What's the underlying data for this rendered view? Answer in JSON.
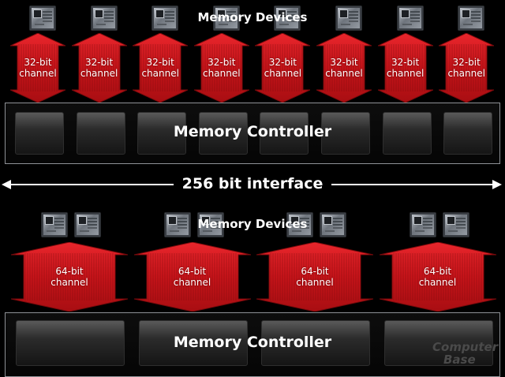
{
  "top": {
    "devices_label": "Memory Devices",
    "channel_label_line1": "32-bit",
    "channel_label_line2": "channel",
    "channel_count": 8,
    "controller_label": "Memory Controller"
  },
  "interface_label": "256 bit interface",
  "bottom": {
    "devices_label": "Memory Devices",
    "channel_label_line1": "64-bit",
    "channel_label_line2": "channel",
    "channel_count": 4,
    "controller_label": "Memory Controller"
  },
  "watermark": {
    "line1": "Computer",
    "line2": "Base"
  },
  "colors": {
    "arrow_red": "#c8141a",
    "arrow_dark": "#7a0a0c",
    "background": "#000000",
    "text": "#ffffff"
  }
}
